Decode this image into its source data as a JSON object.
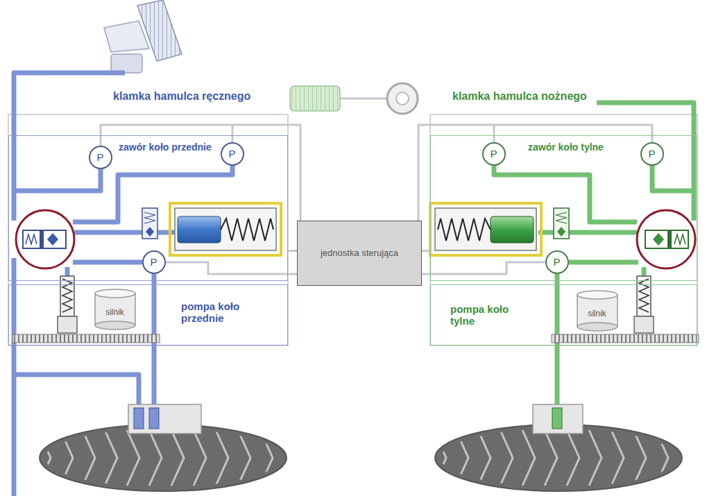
{
  "diagram": {
    "nodes": [
      {
        "text": [
          "zawór koło przednie"
        ]
      },
      {
        "text": [
          "P"
        ],
        "in": 0
      },
      {
        "text": [
          "P"
        ],
        "in": 0
      },
      {
        "text": [
          "P"
        ],
        "in": 0
      },
      {
        "text": [
          "zawór koło tylne"
        ]
      },
      {
        "text": [
          "P"
        ],
        "in": 4
      },
      {
        "text": [
          "P"
        ],
        "in": 4
      },
      {
        "text": [
          "P"
        ],
        "in": 4
      },
      {
        "text": [
          "jednostka sterująca"
        ]
      },
      {
        "text": [
          "pompa koło przednie"
        ]
      },
      {
        "text": [
          "silnik"
        ],
        "in": 9
      },
      {
        "text": [
          "pompa koło tylne"
        ]
      },
      {
        "text": [
          "silnik"
        ],
        "in": 11
      }
    ],
    "edges": [
      {
        "from": 8,
        "to": 0,
        "arrow": "none"
      },
      {
        "from": 8,
        "to": 4,
        "arrow": "none"
      }
    ],
    "labels": [
      "klamka hamulca ręcznego",
      "klamka hamulca nożnego"
    ]
  }
}
